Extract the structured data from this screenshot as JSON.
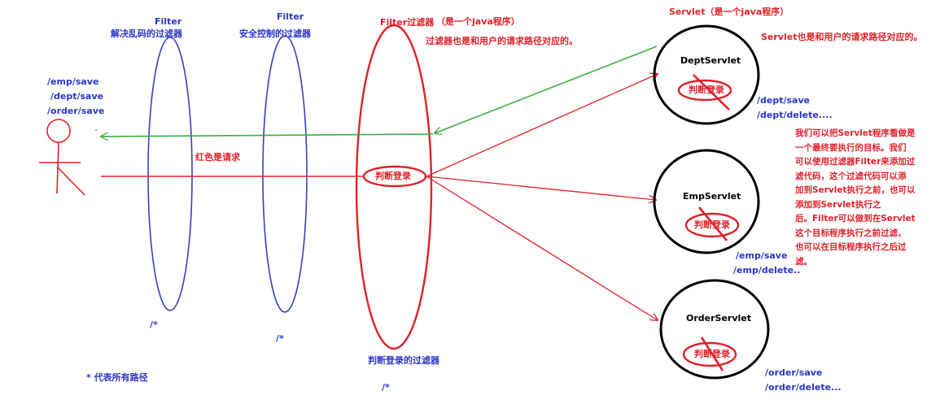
{
  "user": {
    "paths": [
      "/emp/save",
      "/dept/save",
      "/order/save"
    ]
  },
  "filters": [
    {
      "title": "Filter",
      "desc": "解决乱码的过滤器",
      "path": "/*"
    },
    {
      "title": "Filter",
      "desc": "安全控制的过滤器",
      "path": "/*"
    },
    {
      "title": "Filter过滤器",
      "note": "（是一个java程序）",
      "note2": "过滤器也是和用户的请求路径对应的。",
      "center_label": "判断登录",
      "bottom_label": "判断登录的过滤器",
      "path": "/*"
    }
  ],
  "servlets_header": {
    "title": "Servlet（是一个java程序）",
    "note": "Servlet也是和用户的请求路径对应的。"
  },
  "servlets": [
    {
      "name": "DeptServlet",
      "inner": "判断登录",
      "paths": [
        "/dept/save",
        "/dept/delete...."
      ]
    },
    {
      "name": "EmpServlet",
      "inner": "判断登录",
      "paths": [
        "/emp/save",
        "/emp/delete.."
      ]
    },
    {
      "name": "OrderServlet",
      "inner": "判断登录",
      "paths": [
        "/order/save",
        "/order/delete..."
      ]
    }
  ],
  "request_label": "红色是请求",
  "wildcard_note": "* 代表所有路径",
  "explanation_lines": [
    "我们可以把Servlet程序看做是",
    "一个最终要执行的目标。我们",
    "可以使用过滤器Filter来添加过",
    "滤代码，这个过滤代码可以添",
    "加到Servlet执行之前，也可以",
    "添加到Servlet执行之",
    "后。Filter可以做到在Servlet",
    "这个目标程序执行之前过滤，",
    "也可以在目标程序执行之后过",
    "滤。"
  ],
  "colors": {
    "request": "#e0222a",
    "response": "#3cb043",
    "filter_outline": "#3a3fc2",
    "text_blue": "#2b36c6"
  }
}
